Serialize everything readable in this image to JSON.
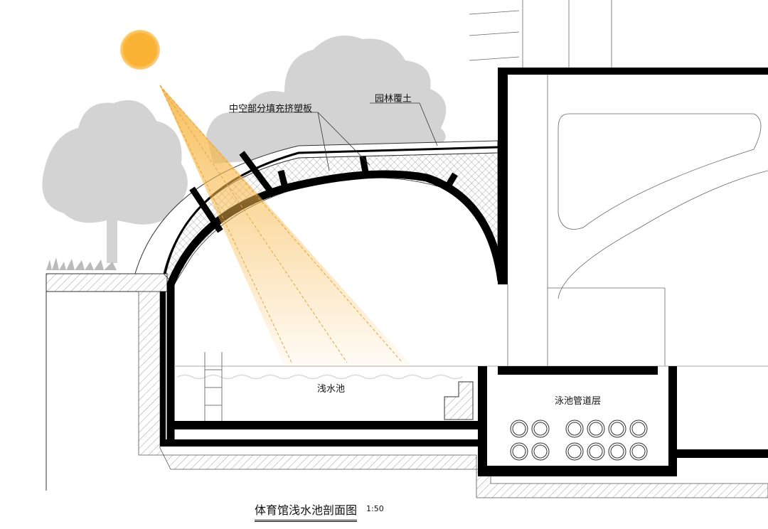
{
  "labels": {
    "xps_fill": "中空部分填充挤塑板",
    "garden_soil": "园林覆土",
    "shallow_pool": "浅水池",
    "pipe_layer": "泳池管道层"
  },
  "title": "体育馆浅水池剖面图",
  "scale": "1:50",
  "colors": {
    "sun": "#F9B233",
    "beam": "#F7B84B",
    "tree": "#D3D3D3",
    "wall": "#000000"
  }
}
